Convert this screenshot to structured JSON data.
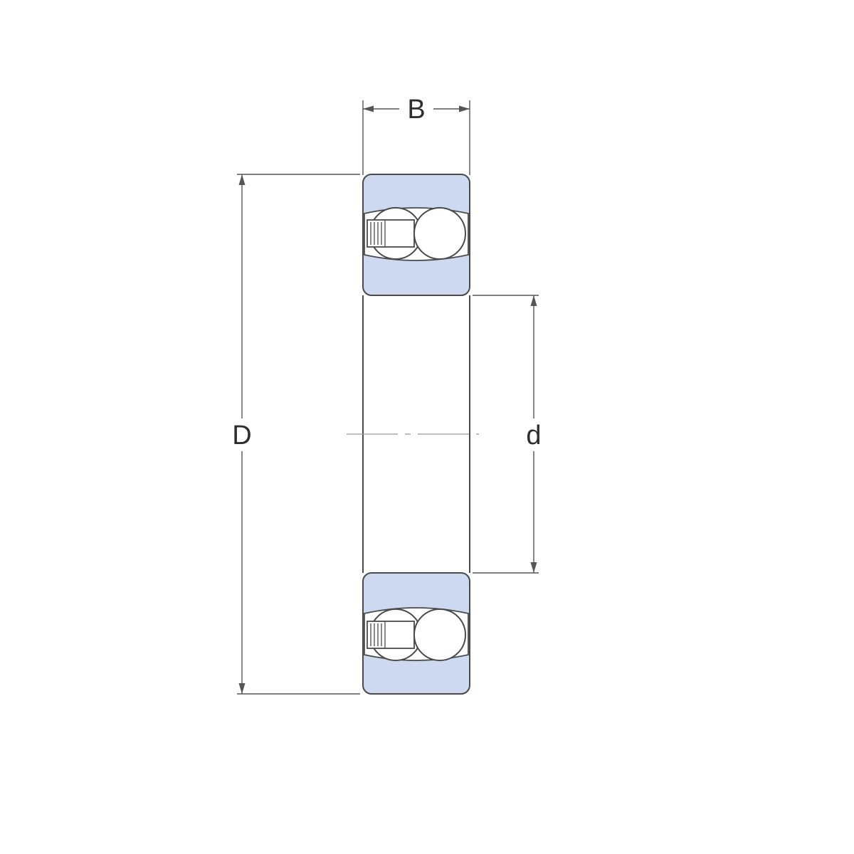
{
  "diagram": {
    "labels": {
      "width": "B",
      "outer_diameter": "D",
      "bore_diameter": "d"
    }
  },
  "theme": {
    "ring-fill": "#ccd9f0",
    "outline": "#4a4a4a",
    "dimension": "#555555",
    "label": "#2e2e2e",
    "centerline": "#9a9a9a",
    "background": "#ffffff"
  }
}
